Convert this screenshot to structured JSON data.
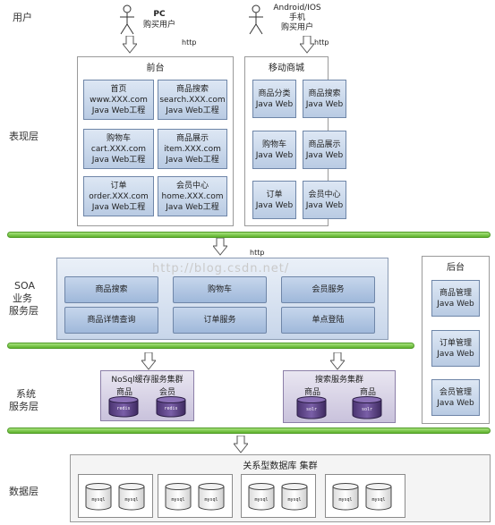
{
  "layers": {
    "user": "用户",
    "presentation": "表现层",
    "soa": [
      "SOA",
      "业务",
      "服务层"
    ],
    "system": [
      "系统",
      "服务层"
    ],
    "data": "数据层"
  },
  "clients": {
    "pc_line1": "PC",
    "pc_line2": "购买用户",
    "mobile_line1": "Android/IOS",
    "mobile_line2": "手机",
    "mobile_line3": "购买用户"
  },
  "http_label": "http",
  "frontend": {
    "title": "前台",
    "boxes": [
      [
        "首页",
        "www.XXX.com",
        "Java Web工程"
      ],
      [
        "商品搜索",
        "search.XXX.com",
        "Java Web工程"
      ],
      [
        "购物车",
        "cart.XXX.com",
        "Java Web工程"
      ],
      [
        "商品展示",
        "item.XXX.com",
        "Java Web工程"
      ],
      [
        "订单",
        "order.XXX.com",
        "Java Web工程"
      ],
      [
        "会员中心",
        "home.XXX.com",
        "Java Web工程"
      ]
    ]
  },
  "mobile_mall": {
    "title": "移动商城",
    "boxes": [
      [
        "商品分类",
        "Java Web"
      ],
      [
        "商品搜索",
        "Java Web"
      ],
      [
        "购物车",
        "Java Web"
      ],
      [
        "商品展示",
        "Java Web"
      ],
      [
        "订单",
        "Java Web"
      ],
      [
        "会员中心",
        "Java Web"
      ]
    ]
  },
  "soa_services": [
    "商品搜索",
    "购物车",
    "会员服务",
    "商品详情查询",
    "订单服务",
    "单点登陆"
  ],
  "backend": {
    "title": "后台",
    "boxes": [
      [
        "商品管理",
        "Java Web"
      ],
      [
        "订单管理",
        "Java Web"
      ],
      [
        "会员管理",
        "Java Web"
      ]
    ]
  },
  "cache_cluster": {
    "title": "NoSql缓存服务集群",
    "items": [
      {
        "label": "商品",
        "db": "redis"
      },
      {
        "label": "会员",
        "db": "redis"
      }
    ]
  },
  "search_cluster": {
    "title": "搜索服务集群",
    "items": [
      {
        "label": "商品",
        "db": "solr"
      },
      {
        "label": "商品",
        "db": "solr"
      }
    ]
  },
  "db_cluster": {
    "title": "关系型数据库 集群",
    "db_label": "mysql",
    "groups": 4
  },
  "watermark": "http://blog.csdn.net/"
}
